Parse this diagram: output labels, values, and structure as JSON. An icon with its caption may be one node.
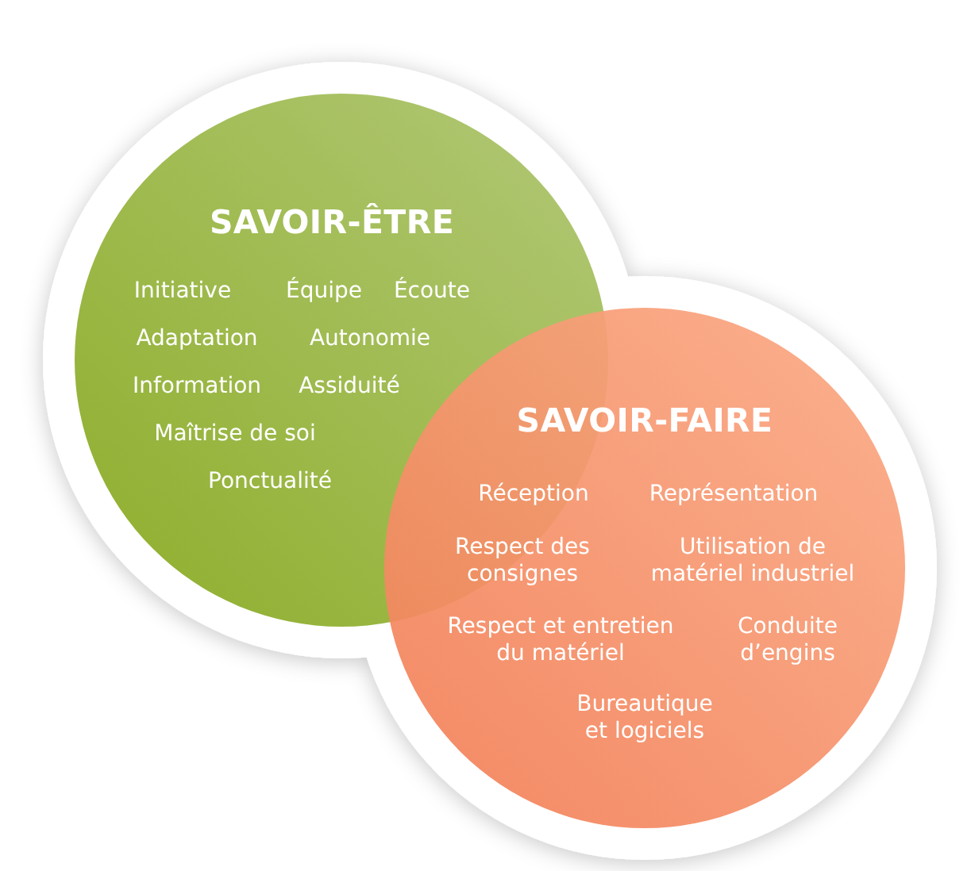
{
  "diagram": {
    "nodes": [
      {
        "text": [
          "SAVOIR-ÊTRE",
          "Initiative",
          "Équipe",
          "Écoute",
          "Adaptation",
          "Autonomie",
          "Information",
          "Assiduité",
          "Maîtrise de soi",
          "Ponctualité"
        ]
      },
      {
        "text": [
          "SAVOIR-FAIRE",
          "Réception",
          "Représentation",
          "Respect des consignes",
          "Utilisation de matériel industriel",
          "Respect et entretien du matériel",
          "Conduite d’engins",
          "Bureautique et logiciels"
        ]
      }
    ]
  }
}
